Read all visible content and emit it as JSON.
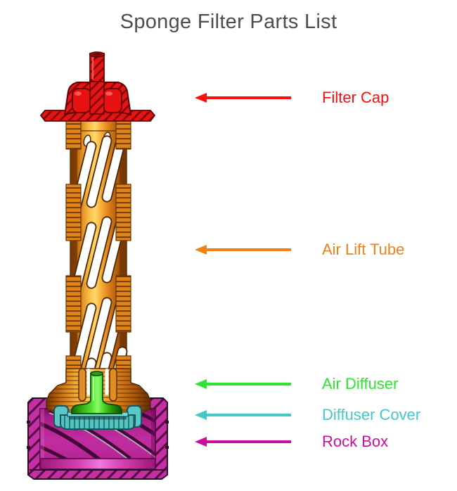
{
  "title": "Sponge Filter Parts List",
  "title_color": "#4d4d4d",
  "background_color": "#ffffff",
  "parts": [
    {
      "name": "Filter Cap",
      "label_color": "#fe0d0d",
      "part_color": "#e61414"
    },
    {
      "name": "Air Lift Tube",
      "label_color": "#f08018",
      "part_color": "#e08418"
    },
    {
      "name": "Air Diffuser",
      "label_color": "#2ee52e",
      "part_color": "#4ede2c"
    },
    {
      "name": "Diffuser Cover",
      "label_color": "#45c8c8",
      "part_color": "#57c2c2"
    },
    {
      "name": "Rock Box",
      "label_color": "#cc0d9e",
      "part_color": "#c52fa3"
    }
  ]
}
